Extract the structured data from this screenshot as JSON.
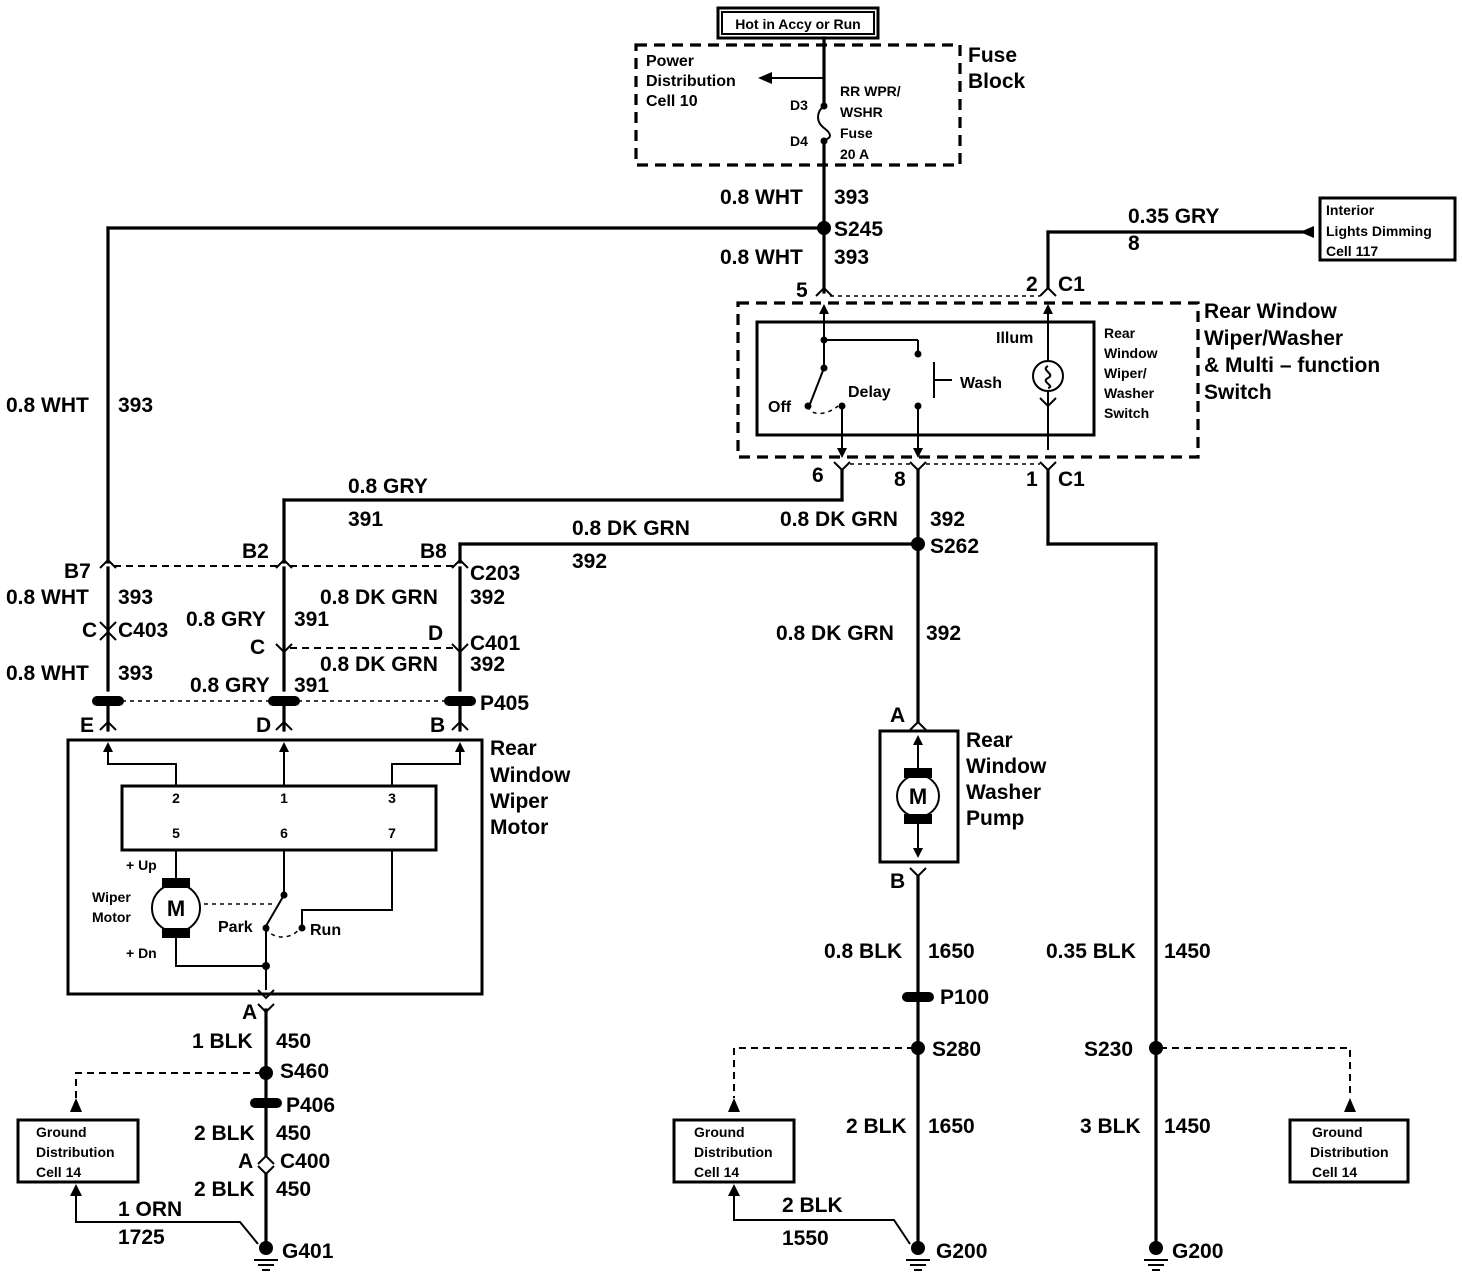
{
  "source": {
    "label": "Hot in Accy or Run"
  },
  "fuse_block": {
    "title_line1": "Fuse",
    "title_line2": "Block",
    "power_line1": "Power",
    "power_line2": "Distribution",
    "power_line3": "Cell 10",
    "fuse_name_line1": "RR WPR/",
    "fuse_name_line2": "WSHR",
    "fuse_name_line3": "Fuse",
    "fuse_rating": "20 A",
    "pin_top": "D3",
    "pin_bottom": "D4"
  },
  "labels": {
    "wht_size": "0.8 WHT",
    "circ_393": "393",
    "splice_s245": "S245",
    "gry_035": "0.35 GRY",
    "circ_8": "8",
    "gry_08": "0.8 GRY",
    "circ_391": "391",
    "dkgrn": "0.8 DK GRN",
    "circ_392": "392",
    "splice_s262": "S262",
    "blk_08": "0.8 BLK",
    "circ_1650": "1650",
    "blk_035": "0.35 BLK",
    "circ_1450": "1450",
    "conn_p100": "P100",
    "splice_s280": "S280",
    "splice_s230": "S230",
    "blk_2": "2 BLK",
    "blk_3": "3 BLK",
    "circ_1550": "1550",
    "ground_g200": "G200",
    "blk_1": "1 BLK",
    "circ_450": "450",
    "splice_s460": "S460",
    "conn_p406": "P406",
    "conn_c400": "C400",
    "pin_a": "A",
    "orn_1": "1 ORN",
    "circ_1725": "1725",
    "ground_g401": "G401"
  },
  "interior_lights": {
    "line1": "Interior",
    "line2": "Lights Dimming",
    "line3": "Cell 117"
  },
  "switch": {
    "title_line1": "Rear Window",
    "title_line2": "Wiper/Washer",
    "title_line3": "& Multi – function",
    "title_line4": "Switch",
    "inner_line1": "Rear",
    "inner_line2": "Window",
    "inner_line3": "Wiper/",
    "inner_line4": "Washer",
    "inner_line5": "Switch",
    "illum": "Illum",
    "wash": "Wash",
    "delay": "Delay",
    "off": "Off",
    "pin_5": "5",
    "pin_2": "2",
    "pin_6": "6",
    "pin_8": "8",
    "pin_1": "1",
    "conn_c1": "C1"
  },
  "connectors": {
    "b7": "B7",
    "b2": "B2",
    "b8": "B8",
    "c203": "C203",
    "c403": "C403",
    "pin_c": "C",
    "pin_d": "D",
    "c401": "C401",
    "p405": "P405",
    "pin_e": "E",
    "pin_b": "B"
  },
  "wiper_motor": {
    "title_line1": "Rear",
    "title_line2": "Window",
    "title_line3": "Wiper",
    "title_line4": "Motor",
    "pin_2": "2",
    "pin_1": "1",
    "pin_3": "3",
    "pin_5": "5",
    "pin_6": "6",
    "pin_7": "7",
    "up": "+ Up",
    "dn": "+ Dn",
    "motor_line1": "Wiper",
    "motor_line2": "Motor",
    "park": "Park",
    "run": "Run",
    "m": "M",
    "pin_a": "A"
  },
  "washer_pump": {
    "title_line1": "Rear",
    "title_line2": "Window",
    "title_line3": "Washer",
    "title_line4": "Pump",
    "m": "M",
    "pin_a": "A",
    "pin_b": "B"
  },
  "ground_dist": {
    "line1": "Ground",
    "line2": "Distribution",
    "line3": "Cell 14"
  }
}
